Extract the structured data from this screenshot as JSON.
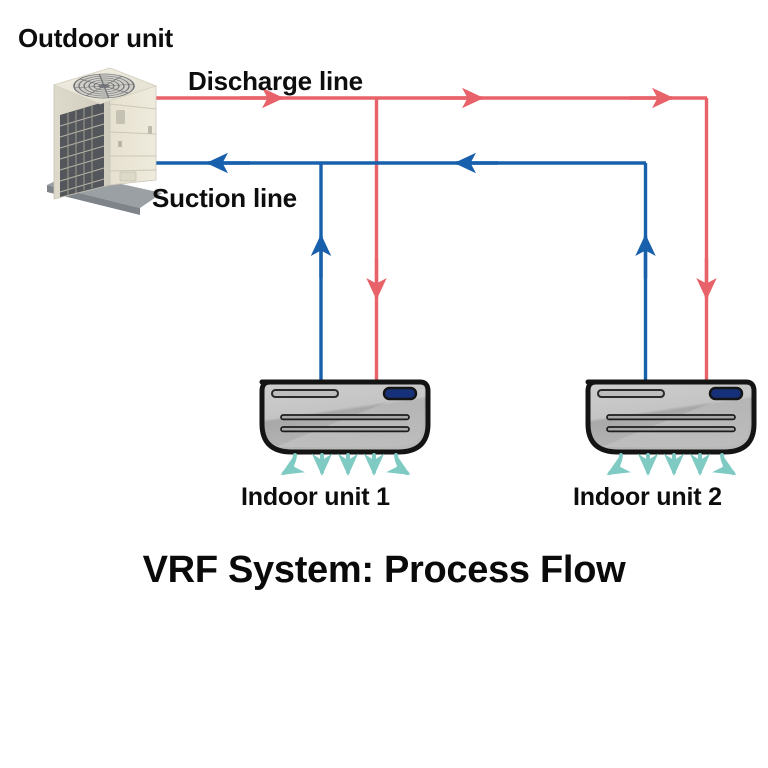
{
  "title": "VRF System: Process Flow",
  "labels": {
    "outdoor_unit": "Outdoor unit",
    "discharge_line": "Discharge line",
    "suction_line": "Suction line",
    "indoor_unit_1": "Indoor unit 1",
    "indoor_unit_2": "Indoor unit 2"
  },
  "colors": {
    "background": "#ffffff",
    "text": "#0d0d0d",
    "discharge_line": "#e8626a",
    "suction_line": "#1860ab",
    "airflow_arrow": "#7fcbc4",
    "indoor_unit_body": "#b3b3b3",
    "indoor_unit_outline": "#141414",
    "indoor_unit_indicator": "#16307a",
    "outdoor_unit_body": "#ebe7d8",
    "outdoor_unit_coil": "#53565a",
    "outdoor_unit_base": "#9aa0a4"
  },
  "nodes": [
    {
      "id": "outdoor-unit",
      "type": "outdoor-unit",
      "label": "Outdoor unit"
    },
    {
      "id": "indoor-unit-1",
      "type": "indoor-unit",
      "label": "Indoor unit 1"
    },
    {
      "id": "indoor-unit-2",
      "type": "indoor-unit",
      "label": "Indoor unit 2"
    }
  ],
  "flows": [
    {
      "id": "discharge-line",
      "label": "Discharge line",
      "color": "#e8626a",
      "from": "outdoor-unit",
      "to": [
        "indoor-unit-1",
        "indoor-unit-2"
      ],
      "direction": "outdoor-to-indoor"
    },
    {
      "id": "suction-line",
      "label": "Suction line",
      "color": "#1860ab",
      "from": [
        "indoor-unit-1",
        "indoor-unit-2"
      ],
      "to": "outdoor-unit",
      "direction": "indoor-to-outdoor"
    }
  ],
  "airflow": {
    "arrow_count_per_unit": 5,
    "color": "#7fcbc4",
    "direction": "downward"
  }
}
